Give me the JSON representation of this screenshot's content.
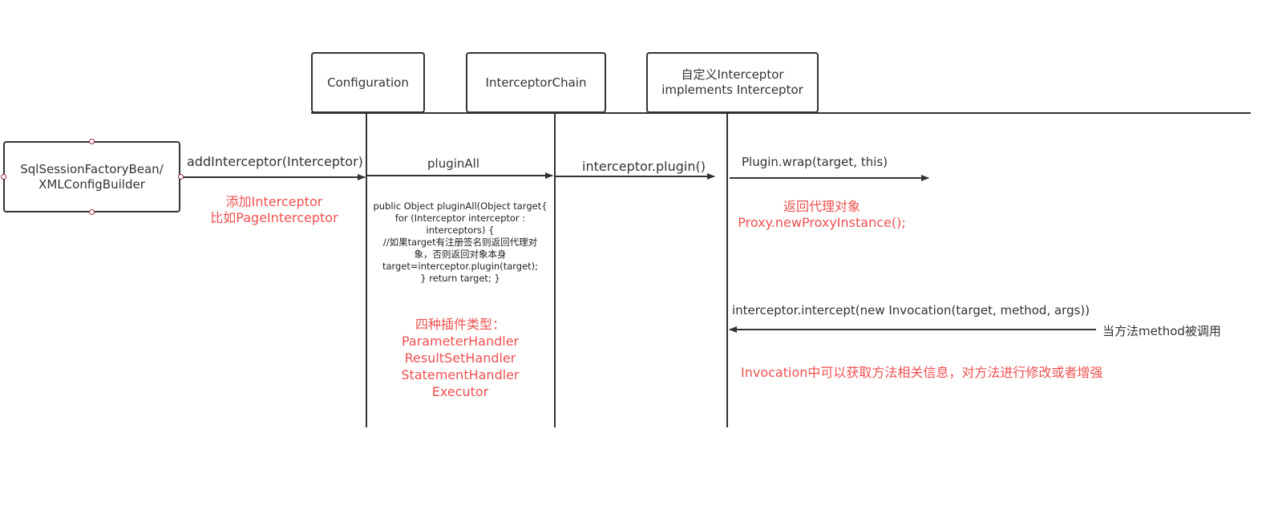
{
  "colors": {
    "stroke": "#333333",
    "note_red": "#f05050",
    "handle_border": "#a0243c",
    "background": "#ffffff"
  },
  "participants": {
    "configuration": "Configuration",
    "interceptor_chain": "InterceptorChain",
    "custom_interceptor": "自定义Interceptor\nimplements Interceptor"
  },
  "source_box": {
    "label": "SqlSessionFactoryBean/\nXMLConfigBuilder"
  },
  "messages": {
    "add_interceptor": "addInterceptor(Interceptor)",
    "plugin_all": "pluginAll",
    "interceptor_plugin": "interceptor.plugin()",
    "plugin_wrap": "Plugin.wrap(target, this)",
    "intercept": "interceptor.intercept(new Invocation(target, method, args))"
  },
  "notes": {
    "add_interceptor_note": "添加Interceptor\n比如PageInterceptor",
    "plugin_all_code": "public Object pluginAll(Object target{\nfor (Interceptor interceptor :\ninterceptors) {\n//如果target有注册签名则返回代理对\n象，否则返回对象本身\n target=interceptor.plugin(target);\n} return target; }",
    "plugin_types": "四种插件类型：\nParameterHandler\nResultSetHandler\nStatementHandler\nExecutor",
    "return_proxy": "返回代理对象\nProxy.newProxyInstance();",
    "method_called": "当方法method被调用",
    "invocation_info": "Invocation中可以获取方法相关信息，对方法进行修改或者增强"
  }
}
